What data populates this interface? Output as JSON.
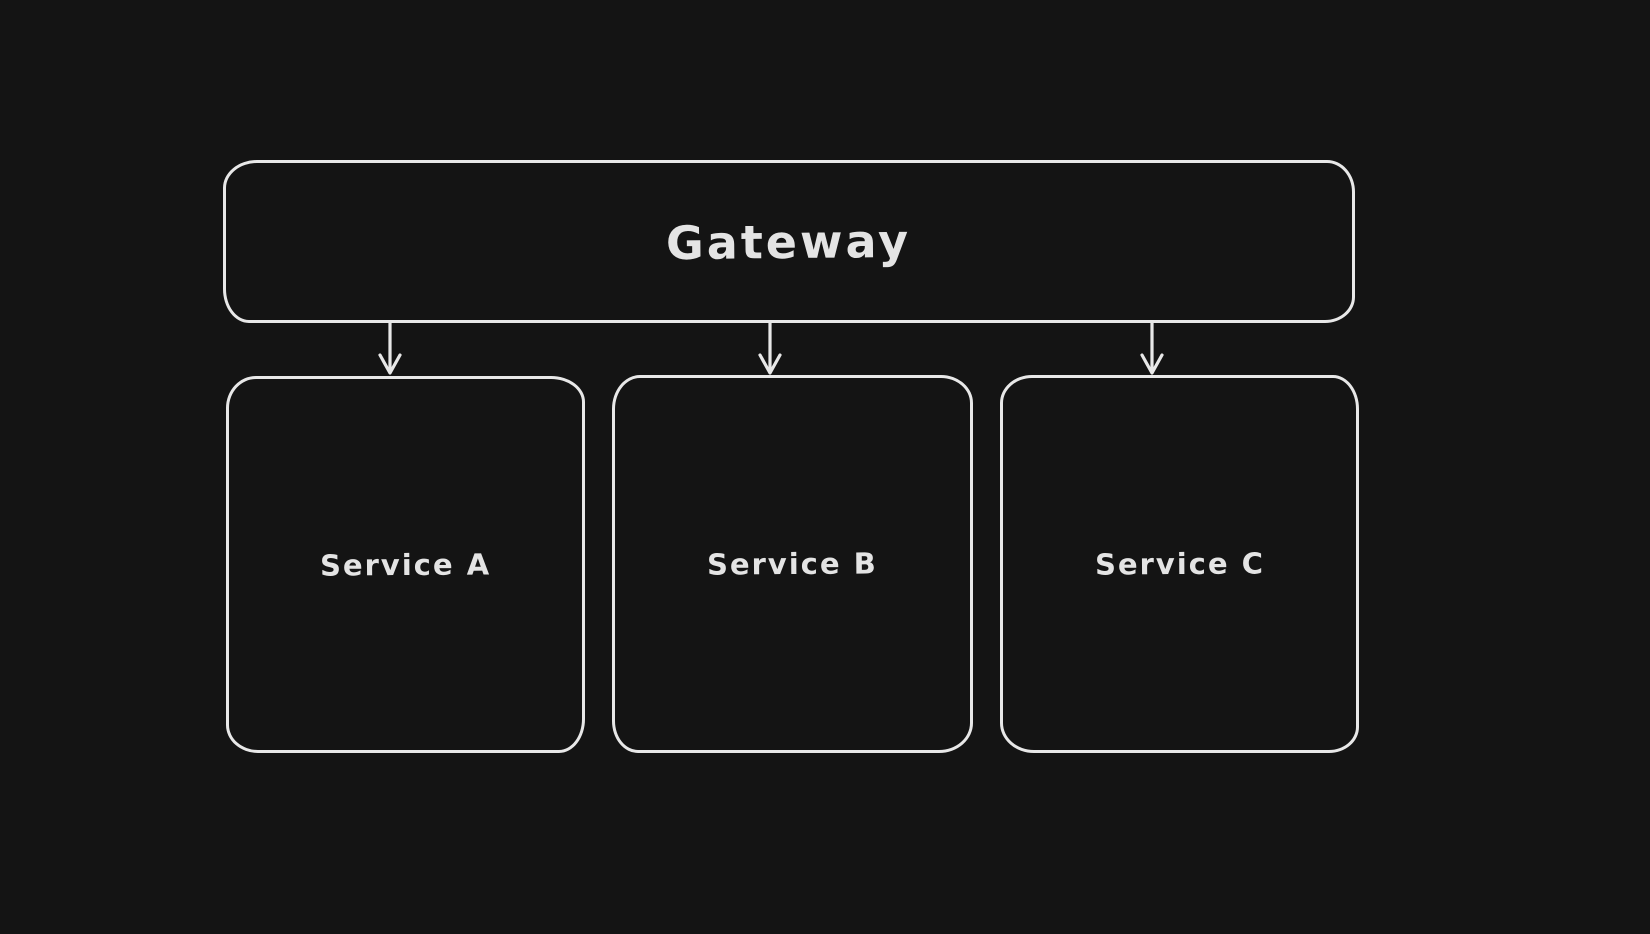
{
  "theme": {
    "background": "#141414",
    "stroke": "#e8e8e8",
    "text": "#e4e4e4"
  },
  "diagram": {
    "gateway": {
      "label": "Gateway"
    },
    "services": [
      {
        "label": "Service A"
      },
      {
        "label": "Service B"
      },
      {
        "label": "Service C"
      }
    ],
    "edges": [
      {
        "from": "Gateway",
        "to": "Service A",
        "direction": "down"
      },
      {
        "from": "Gateway",
        "to": "Service B",
        "direction": "down"
      },
      {
        "from": "Gateway",
        "to": "Service C",
        "direction": "down"
      }
    ]
  }
}
